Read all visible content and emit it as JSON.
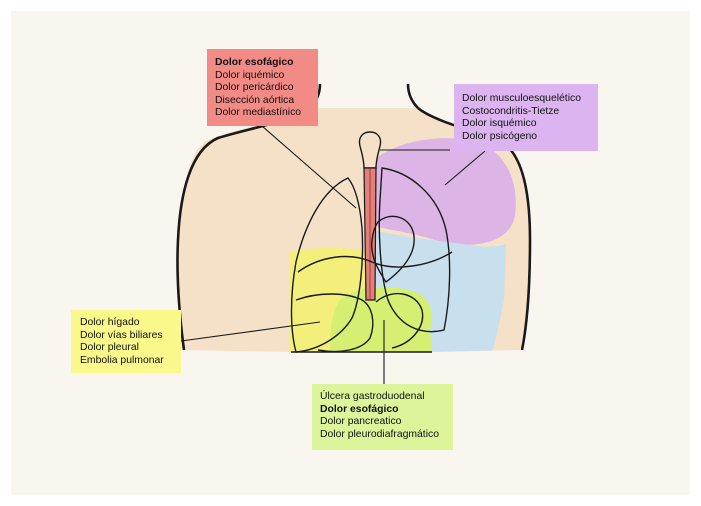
{
  "colors": {
    "background": "#ffffff",
    "panel": "#f9f6ef",
    "skin": "#f5e1c8",
    "yellow_region": "#f4ef7a",
    "green_region": "#d4ef72",
    "blue_region": "#c8e0ee",
    "purple_region": "#dcb4e6",
    "esophagus": "#e57f7a",
    "red_box": "#f28a85",
    "purple_box": "#dcb4f0",
    "yellow_box": "#faf88a",
    "green_box": "#dcf59a",
    "outline": "#1a1a1a"
  },
  "labels": {
    "top": {
      "lines": [
        {
          "text": "Dolor esofágico",
          "bold": true
        },
        {
          "text": "Dolor iquémico",
          "bold": false
        },
        {
          "text": "Dolor pericárdico",
          "bold": false
        },
        {
          "text": "Disección aórtica",
          "bold": false
        },
        {
          "text": "Dolor mediastínico",
          "bold": false
        }
      ]
    },
    "right": {
      "lines": [
        {
          "text": "Dolor musculoesquelético",
          "bold": false
        },
        {
          "text": "Costocondritis-Tietze",
          "bold": false
        },
        {
          "text": "Dolor isquémico",
          "bold": false
        },
        {
          "text": "Dolor psicógeno",
          "bold": false
        }
      ]
    },
    "left": {
      "lines": [
        {
          "text": "Dolor hígado",
          "bold": false
        },
        {
          "text": "Dolor vías biliares",
          "bold": false
        },
        {
          "text": "Dolor pleural",
          "bold": false
        },
        {
          "text": "Embolia pulmonar",
          "bold": false
        }
      ]
    },
    "bottom": {
      "lines": [
        {
          "text": "Úlcera gastroduodenal",
          "bold": false
        },
        {
          "text": "Dolor esofágico",
          "bold": true
        },
        {
          "text": "Dolor pancreatico",
          "bold": false
        },
        {
          "text": "Dolor pleurodiafragmático",
          "bold": false
        }
      ]
    }
  }
}
